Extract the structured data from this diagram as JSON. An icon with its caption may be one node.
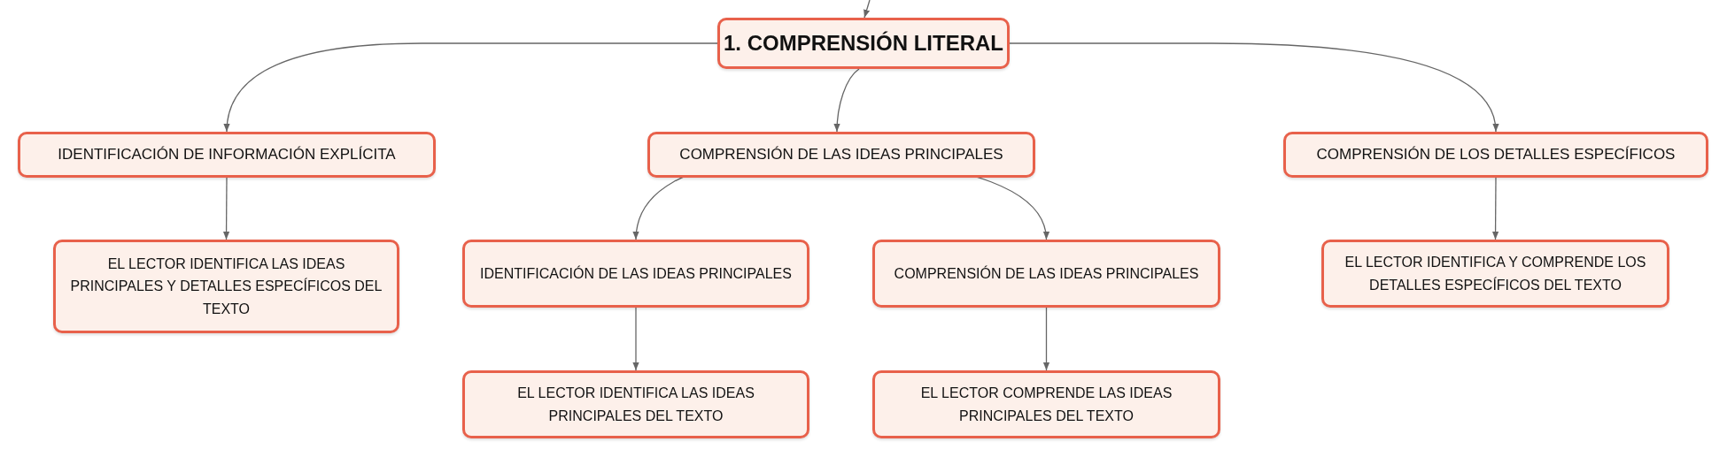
{
  "diagram": {
    "nodes": [
      {
        "text": [
          "1. COMPRENSIÓN LITERAL"
        ]
      },
      {
        "text": [
          "IDENTIFICACIÓN DE INFORMACIÓN EXPLÍCITA"
        ]
      },
      {
        "text": [
          "COMPRENSIÓN DE LAS IDEAS PRINCIPALES"
        ]
      },
      {
        "text": [
          "COMPRENSIÓN DE LOS DETALLES ESPECÍFICOS"
        ]
      },
      {
        "text": [
          "EL LECTOR IDENTIFICA LAS IDEAS PRINCIPALES Y DETALLES ESPECÍFICOS DEL TEXTO"
        ]
      },
      {
        "text": [
          "IDENTIFICACIÓN DE LAS IDEAS PRINCIPALES"
        ]
      },
      {
        "text": [
          "COMPRENSIÓN DE LAS IDEAS PRINCIPALES"
        ]
      },
      {
        "text": [
          "EL LECTOR IDENTIFICA Y COMPRENDE LOS DETALLES ESPECÍFICOS DEL TEXTO"
        ]
      },
      {
        "text": [
          "EL LECTOR IDENTIFICA LAS IDEAS PRINCIPALES DEL TEXTO"
        ]
      },
      {
        "text": [
          "EL LECTOR COMPRENDE LAS IDEAS PRINCIPALES DEL TEXTO"
        ]
      }
    ],
    "edges": [
      {
        "from": null,
        "to": 0,
        "arrow": "to"
      },
      {
        "from": 0,
        "to": 1,
        "arrow": "to"
      },
      {
        "from": 0,
        "to": 2,
        "arrow": "to"
      },
      {
        "from": 0,
        "to": 3,
        "arrow": "to"
      },
      {
        "from": 1,
        "to": 4,
        "arrow": "to"
      },
      {
        "from": 2,
        "to": 5,
        "arrow": "to"
      },
      {
        "from": 2,
        "to": 6,
        "arrow": "to"
      },
      {
        "from": 3,
        "to": 7,
        "arrow": "to"
      },
      {
        "from": 5,
        "to": 8,
        "arrow": "to"
      },
      {
        "from": 6,
        "to": 9,
        "arrow": "to"
      }
    ]
  }
}
